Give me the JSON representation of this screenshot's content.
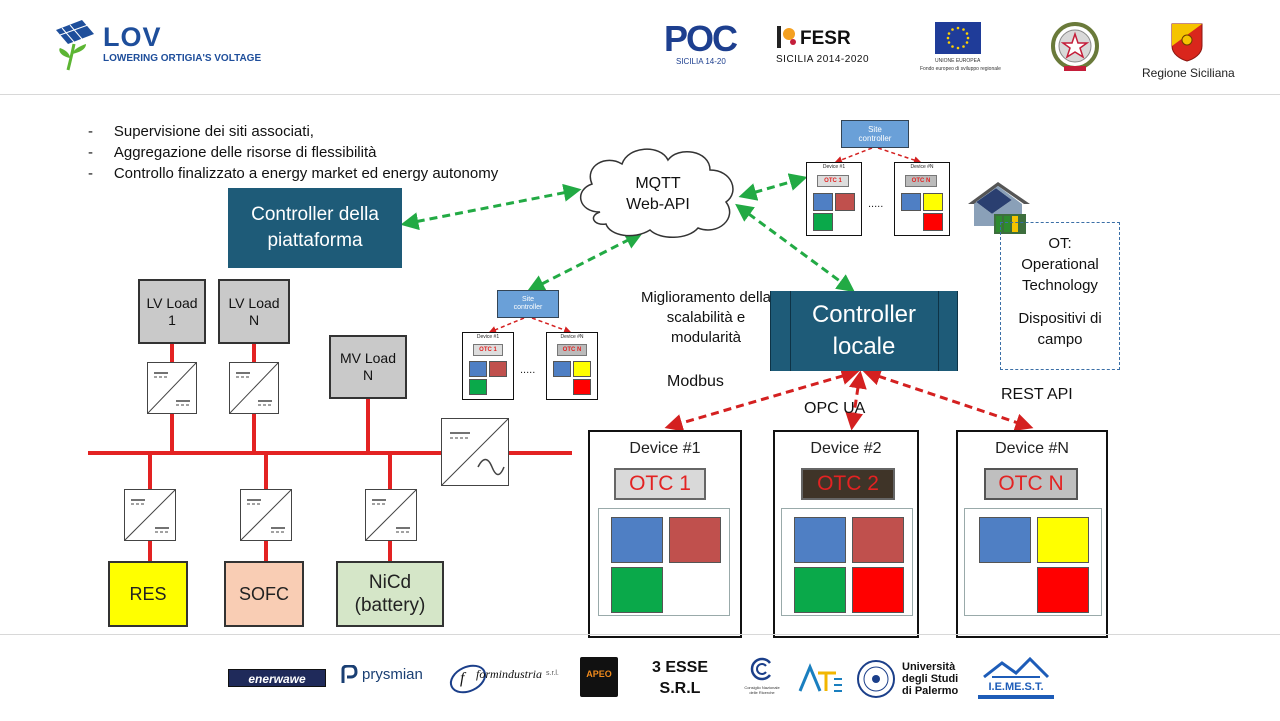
{
  "header": {
    "brand_title": "LOV",
    "brand_subtitle": "LOWERING ORTIGIA'S VOLTAGE",
    "logos": {
      "poc_title": "POC",
      "poc_sub": "SICILIA 14-20",
      "fesr_title": "FESR",
      "fesr_sub": "SICILIA 2014-2020",
      "eu_line1": "UNIONE EUROPEA",
      "eu_line2": "Fondo europeo di sviluppo regionale",
      "regione": "Regione Siciliana"
    }
  },
  "bullets": [
    "Supervisione dei siti associati,",
    "Aggregazione delle risorse di flessibilità",
    "Controllo finalizzato a energy market ed energy autonomy"
  ],
  "platform_controller": "Controller della piattaforma",
  "cloud": {
    "line1": "MQTT",
    "line2": "Web-API"
  },
  "site_controller": "Site controller",
  "mini_site": {
    "device1": "Device #1",
    "deviceN": "Device #N",
    "otc1": "OTC 1",
    "otcN": "OTC N",
    "ellipsis": "....."
  },
  "scalability_note": "Miglioramento della scalabilità e modularità",
  "local_controller": "Controller locale",
  "ot_box": {
    "line1": "OT:",
    "line2": "Operational",
    "line3": "Technology",
    "line4": "Dispositivi di",
    "line5": "campo"
  },
  "protocols": {
    "modbus": "Modbus",
    "opcua": "OPC UA",
    "rest": "REST API"
  },
  "devices": [
    {
      "title": "Device #1",
      "otc": "OTC 1"
    },
    {
      "title": "Device #2",
      "otc": "OTC 2"
    },
    {
      "title": "Device #N",
      "otc": "OTC N"
    }
  ],
  "grid": {
    "lv1": "LV Load 1",
    "lvn": "LV Load N",
    "mvn": "MV Load N",
    "res": "RES",
    "sofc": "SOFC",
    "nicd_line1": "NiCd",
    "nicd_line2": "(battery)"
  },
  "footer_logos": {
    "enerwawe": "enerwawe",
    "prysmian": "prysmian",
    "formindustria": "formindustria",
    "formindustria_suffix": "s.r.l.",
    "apeo": "APEO",
    "tre_esse_line1": "3 ESSE",
    "tre_esse_line2": "S.R.L",
    "cnr": "Consiglio Nazionale delle Ricerche",
    "unipa_line1": "Università",
    "unipa_line2": "degli Studi",
    "unipa_line3": "di Palermo",
    "iemest": "I.E.ME.S.T."
  },
  "colors": {
    "teal": "#1e5b78",
    "grid_red": "#e32222",
    "link_green": "#22aa44",
    "link_red": "#d42020",
    "blue_sq": "#4f7fc4",
    "brick_sq": "#c0504d",
    "green_sq": "#0aa94a",
    "yellow_sq": "#ffff00",
    "red_sq": "#ff0000"
  }
}
